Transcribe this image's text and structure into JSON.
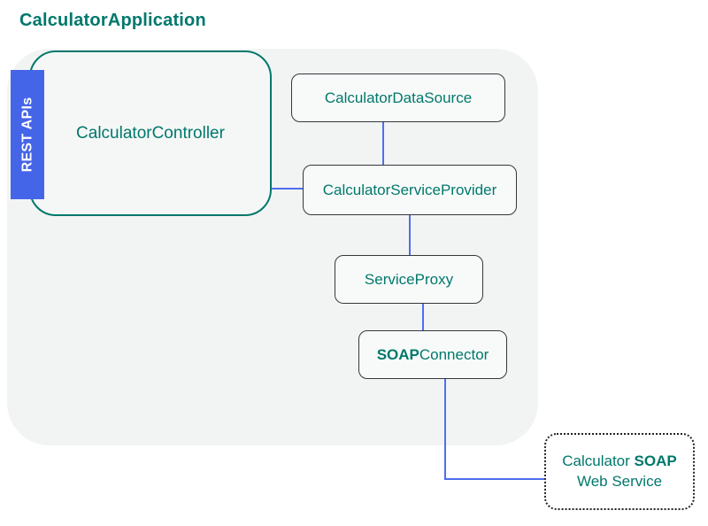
{
  "title": "CalculatorApplication",
  "colors": {
    "teal": "#00786C",
    "badge_blue": "#4565E8",
    "line_blue": "#4F6EEF",
    "panel_bg": "#F2F4F3"
  },
  "badge": {
    "label": "REST APIs"
  },
  "nodes": {
    "controller": {
      "label": "CalculatorController"
    },
    "data_source": {
      "label": "CalculatorDataSource"
    },
    "service_provider": {
      "label": "CalculatorServiceProvider"
    },
    "service_proxy": {
      "label": "ServiceProxy"
    },
    "soap_connector": {
      "label_bold": "SOAP",
      "label_rest": "Connector"
    },
    "soap_web_service": {
      "line1_pre": "Calculator ",
      "line1_bold": "SOAP",
      "line2": "Web Service"
    }
  }
}
